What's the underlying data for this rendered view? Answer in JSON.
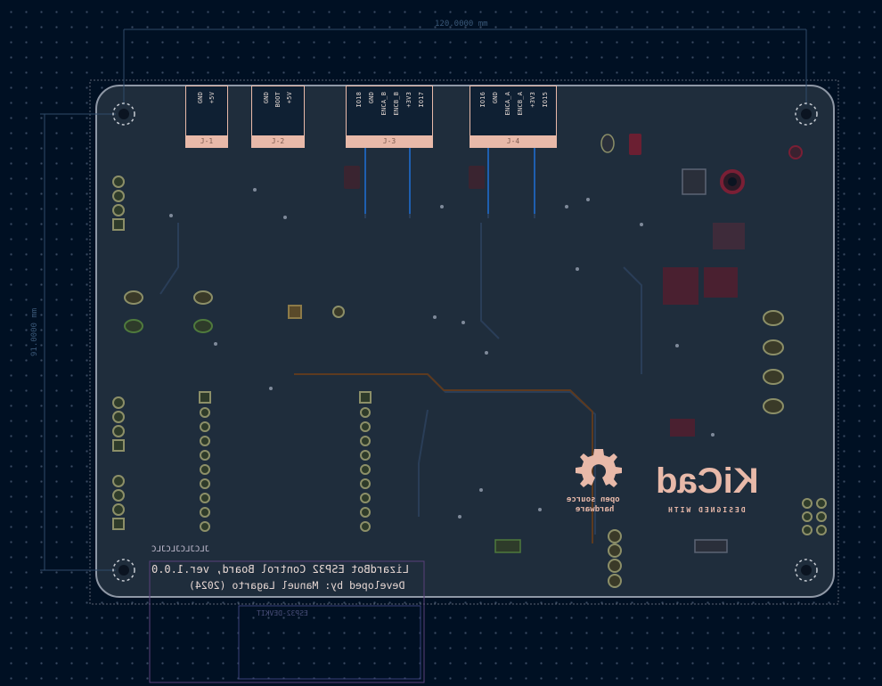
{
  "dimensions": {
    "width_text": "120.0000 mm",
    "height_text": "91.0000 mm"
  },
  "headers": [
    {
      "ref": "J-1",
      "pins": [
        "GND",
        "+5V"
      ]
    },
    {
      "ref": "J-2",
      "pins": [
        "GND",
        "BOOT",
        "+5V"
      ]
    },
    {
      "ref": "J-3",
      "pins": [
        "IO18",
        "GND",
        "ENCA_B",
        "ENCB_B",
        "+3V3",
        "IO17"
      ]
    },
    {
      "ref": "J-4",
      "pins": [
        "IO16",
        "GND",
        "ENCA_A",
        "ENCB_A",
        "+3V3",
        "IO15"
      ]
    }
  ],
  "silkscreen": {
    "title_line1": "LizardBot ESP32 Control Board, ver.1.0.0",
    "title_line2": "Developed by: Manuel Lagarto (2024)",
    "pattern_text": "JLCJLCJLCJLC",
    "module_text": "ESP32-DEVKIT"
  },
  "logos": {
    "osh_line1": "open source",
    "osh_line2": "hardware",
    "kicad_text": "KiCad",
    "kicad_sub": "DESIGNED WITH"
  },
  "colors": {
    "background": "#001023",
    "board_fill": "#1f2d3c",
    "silk": "#e8b9a9",
    "copper_back": "#2c5fa0",
    "edge": "#7a8594"
  }
}
